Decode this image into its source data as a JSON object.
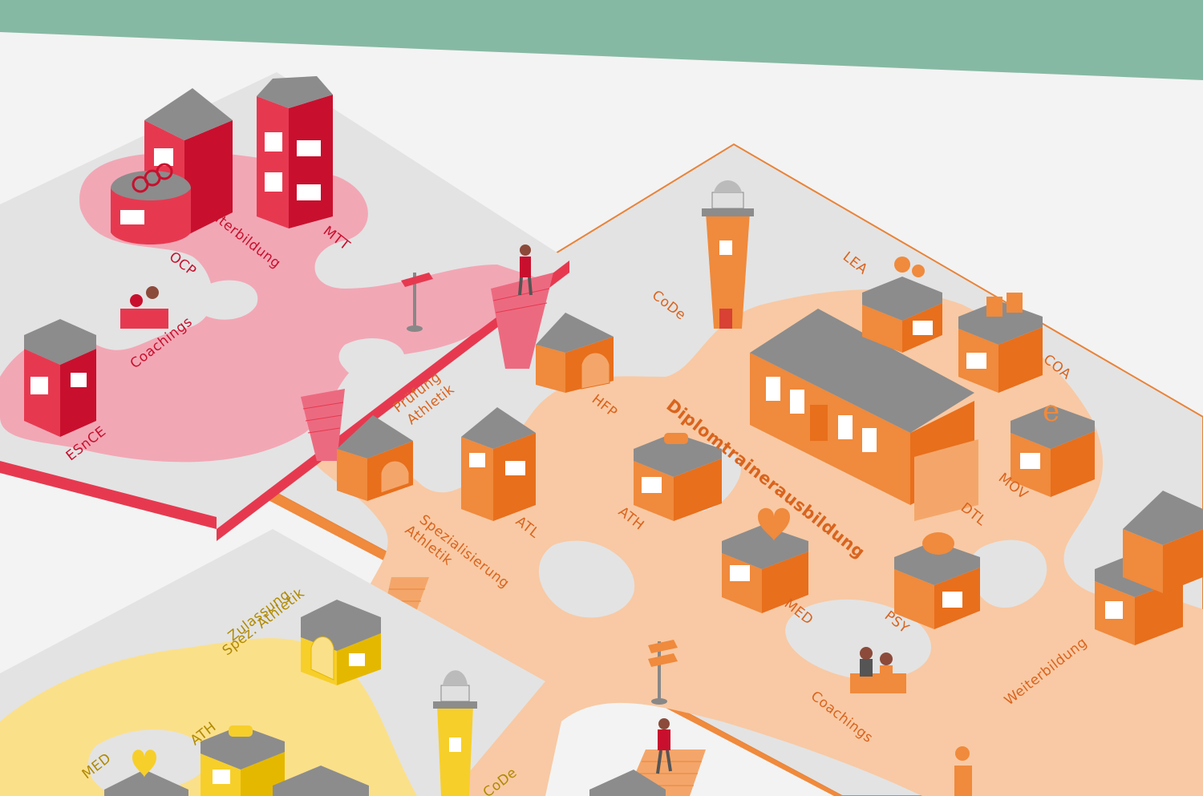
{
  "colors": {
    "sky": "#86b9a3",
    "ground": "#f3f3f3",
    "platform": "#e6e6e6",
    "red_zone": "#f2a7b5",
    "red": "#e63950",
    "orange_zone": "#f8c9a4",
    "orange": "#f08a3c",
    "yellow_zone": "#fbe08a",
    "yellow": "#f7cf2a",
    "roof": "#8c8c8c"
  },
  "red_area": {
    "labels": {
      "weiterbildung": "Weiterbildung",
      "mtt": "MTT",
      "ocp": "OCP",
      "coachings": "Coachings",
      "esnce": "ESnCE"
    }
  },
  "orange_area": {
    "labels": {
      "code": "CoDe",
      "lea": "LEA",
      "coa": "COA",
      "hfp": "HFP",
      "pruefung_line1": "Prüfung",
      "pruefung_line2": "Athletik",
      "diplom": "Diplomtrainerausbildung",
      "dtl": "DTL",
      "mov": "MOV",
      "atl": "ATL",
      "ath": "ATH",
      "spez_line1": "Spezialisierung",
      "spez_line2": "Athletik",
      "med": "MED",
      "psy": "PSY",
      "weiterbildung": "Weiterbildung",
      "coachings": "Coachings"
    }
  },
  "yellow_area": {
    "labels": {
      "zulassung_line1": "Zulassung",
      "zulassung_line2": "Spez. Athletik",
      "ath": "ATH",
      "med": "MED",
      "code": "CoDe"
    }
  }
}
